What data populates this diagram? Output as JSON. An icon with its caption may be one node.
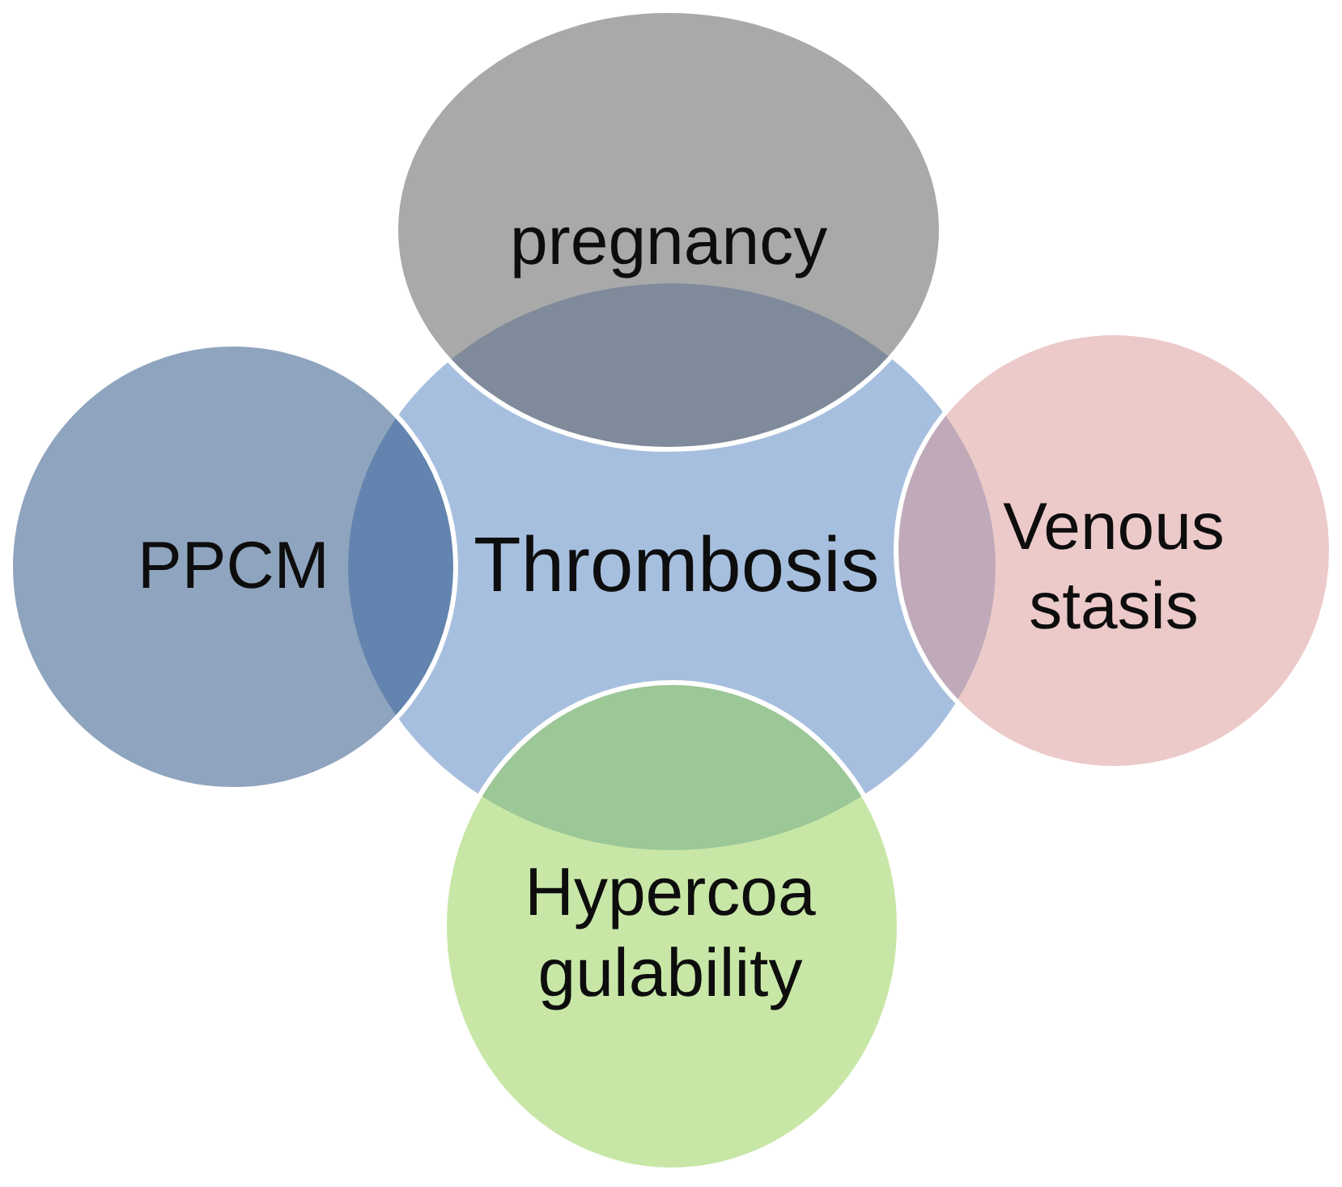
{
  "diagram": {
    "nodes": [
      {
        "text": [
          "pregnancy"
        ]
      },
      {
        "text": [
          "PPCM"
        ]
      },
      {
        "text": [
          "Thrombosis"
        ]
      },
      {
        "text": [
          "Venous stasis"
        ]
      },
      {
        "text": [
          "Hypercoa gulability"
        ]
      }
    ]
  }
}
